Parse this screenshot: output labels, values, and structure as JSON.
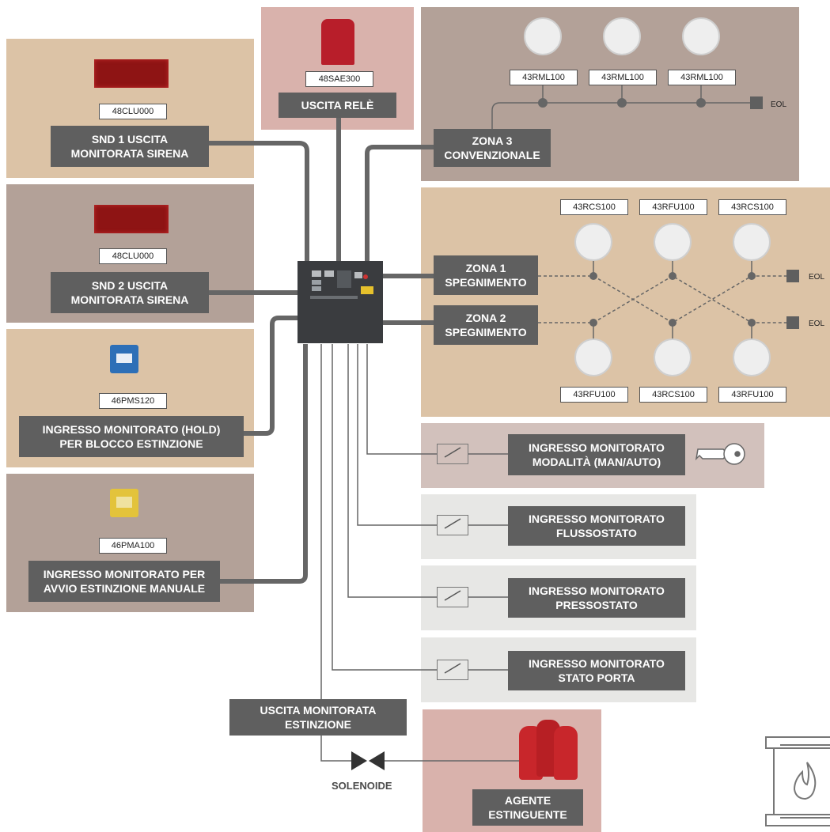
{
  "colors": {
    "tan": "#dcc3a6",
    "mauve": "#b3a198",
    "pink": "#d9b2ac",
    "grey": "#e7e7e5",
    "label": "#5f5f5f",
    "wire": "#666666"
  },
  "blocks": {
    "snd1": {
      "code": "48CLU000",
      "label_1": "SND 1 USCITA",
      "label_2": "MONITORATA SIRENA"
    },
    "snd2": {
      "code": "48CLU000",
      "label_1": "SND 2 USCITA",
      "label_2": "MONITORATA SIRENA"
    },
    "hold": {
      "code": "46PMS120",
      "label_1": "INGRESSO MONITORATO (HOLD)",
      "label_2": "PER BLOCCO ESTINZIONE"
    },
    "manual": {
      "code": "46PMA100",
      "label_1": "INGRESSO MONITORATO PER",
      "label_2": "AVVIO ESTINZIONE MANUALE"
    },
    "relay": {
      "code": "48SAE300",
      "label": "USCITA RELÈ"
    },
    "zona3": {
      "codes": [
        "43RML100",
        "43RML100",
        "43RML100"
      ],
      "label_1": "ZONA 3",
      "label_2": "CONVENZIONALE",
      "eol": "EOL"
    },
    "zona12": {
      "top_codes": [
        "43RCS100",
        "43RFU100",
        "43RCS100"
      ],
      "bottom_codes": [
        "43RFU100",
        "43RCS100",
        "43RFU100"
      ],
      "zona1_1": "ZONA 1",
      "zona1_2": "SPEGNIMENTO",
      "zona2_1": "ZONA 2",
      "zona2_2": "SPEGNIMENTO",
      "eol_1": "EOL",
      "eol_2": "EOL"
    },
    "modalita": {
      "label_1": "INGRESSO MONITORATO",
      "label_2": "MODALITÀ (MAN/AUTO)"
    },
    "flusso": {
      "label_1": "INGRESSO MONITORATO",
      "label_2": "FLUSSOSTATO"
    },
    "presso": {
      "label_1": "INGRESSO MONITORATO",
      "label_2": "PRESSOSTATO"
    },
    "porta": {
      "label_1": "INGRESSO MONITORATO",
      "label_2": "STATO PORTA"
    },
    "estinzione": {
      "label_1": "USCITA MONITORATA",
      "label_2": "ESTINZIONE"
    },
    "solenoide": {
      "label": "SOLENOIDE"
    },
    "agente": {
      "label_1": "AGENTE",
      "label_2": "ESTINGUENTE"
    }
  },
  "icons": [
    "sounder-icon",
    "beacon-icon",
    "hold-button-icon",
    "manual-call-point-icon",
    "smoke-detector-icon",
    "key-icon",
    "switch-icon",
    "valve-icon",
    "extinguisher-icon",
    "fire-cabinet-icon",
    "control-panel-icon"
  ]
}
